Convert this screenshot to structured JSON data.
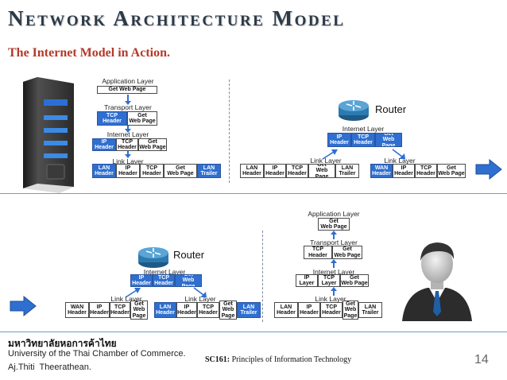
{
  "title": "Network Architecture Model",
  "subtitle": "The Internet Model in Action.",
  "labels": {
    "application_layer": "Application Layer",
    "transport_layer": "Transport Layer",
    "internet_layer": "Internet Layer",
    "link_layer": "Link Layer",
    "router": "Router"
  },
  "blocks": {
    "get_web_page": "Get Web Page",
    "get_web_page_2l": "Get\nWeb Page",
    "get_web_page_3l": "Get\nWeb\nPage",
    "tcp_header": "TCP\nHeader",
    "ip_header": "IP\nHeader",
    "ip_layer": "IP\nLayer",
    "tcp_layer": "TCP\nLayer",
    "lan_header": "LAN\nHeader",
    "lan_trailer": "LAN\nTrailer",
    "wan_header": "WAN\nHeader"
  },
  "footer": {
    "thai": "มหาวิทยาลัยหอการค้าไทย",
    "university": "University of the Thai Chamber of Commerce.",
    "author": "Aj.Thiti Theerathean.",
    "course_code": "SC161:",
    "course_name": "Principles of Information Technology",
    "page_number": "14"
  },
  "colors": {
    "title": "#2d3946",
    "subtitle": "#b43a2a",
    "header_block": "#2f6fd0",
    "arrow": "#2f6fd0"
  },
  "icons": [
    "server-icon",
    "router-icon",
    "user-icon",
    "arrow-icon"
  ]
}
